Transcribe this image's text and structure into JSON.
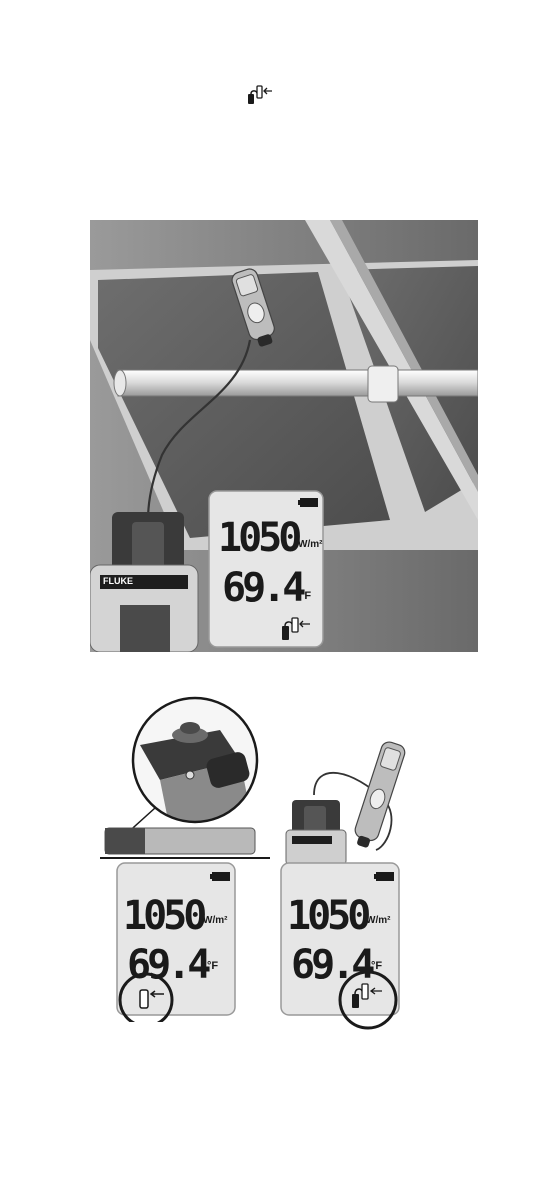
{
  "intro_icon": "external-sensor-connected-icon",
  "main_display": {
    "irradiance": "1050",
    "irradiance_unit": "W/m²",
    "temperature": "69.4",
    "temperature_unit": "°F",
    "battery_icon": "battery-full-icon",
    "sensor_icon": "external-sensor-connected-icon",
    "brand_text": "FLUKE"
  },
  "left_display": {
    "irradiance": "1050",
    "irradiance_unit": "W/m²",
    "temperature": "69.4",
    "temperature_unit": "°F",
    "sensor_icon": "internal-sensor-icon"
  },
  "right_display": {
    "irradiance": "1050",
    "irradiance_unit": "W/m²",
    "temperature": "69.4",
    "temperature_unit": "°F",
    "sensor_icon": "external-sensor-connected-icon"
  },
  "colors": {
    "lcd_bg": "#e6e6e6",
    "panel_dark": "#5a5a5a",
    "frame": "#cfcfcf",
    "ink": "#1a1a1a"
  }
}
